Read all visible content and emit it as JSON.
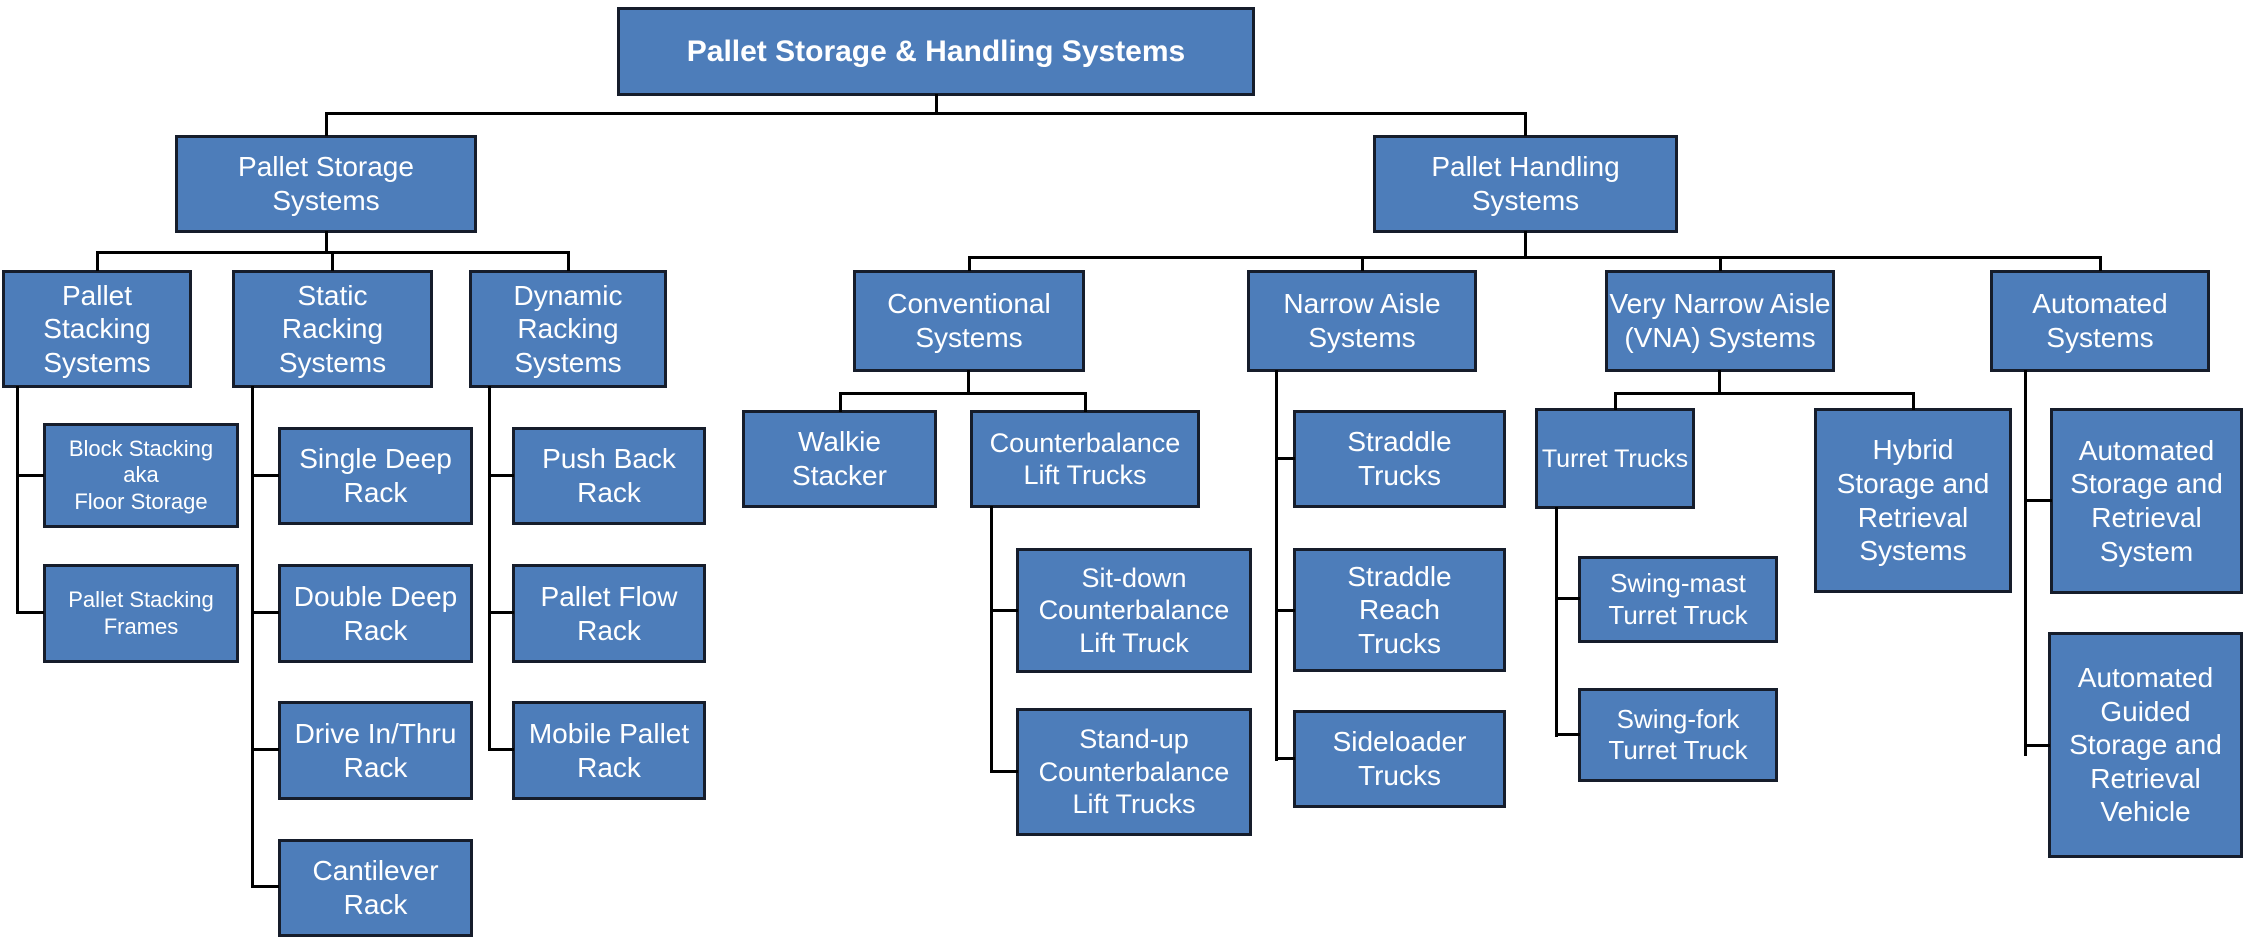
{
  "diagram": {
    "title": "Pallet Storage & Handling Systems",
    "type": "organizational-hierarchy-chart",
    "colors": {
      "node_fill": "#4d7dba",
      "node_border": "#161d2b",
      "connector": "#000000",
      "node_text": "#ffffff",
      "background": "#ffffff"
    },
    "nodes": {
      "root": {
        "label": "Pallet Storage & Handling Systems"
      },
      "storage": {
        "label": "Pallet Storage\nSystems"
      },
      "handling": {
        "label": "Pallet Handling\nSystems"
      },
      "pallet_stacking": {
        "label": "Pallet\nStacking\nSystems"
      },
      "static_racking": {
        "label": "Static\nRacking\nSystems"
      },
      "dynamic_racking": {
        "label": "Dynamic\nRacking\nSystems"
      },
      "block_stacking": {
        "label": "Block Stacking\naka\nFloor Storage"
      },
      "stacking_frames": {
        "label": "Pallet Stacking\nFrames"
      },
      "single_deep": {
        "label": "Single Deep\nRack"
      },
      "double_deep": {
        "label": "Double Deep\nRack"
      },
      "drive_in_thru": {
        "label": "Drive In/Thru\nRack"
      },
      "cantilever": {
        "label": "Cantilever\nRack"
      },
      "push_back": {
        "label": "Push Back\nRack"
      },
      "pallet_flow": {
        "label": "Pallet Flow\nRack"
      },
      "mobile_pallet": {
        "label": "Mobile Pallet\nRack"
      },
      "conventional": {
        "label": "Conventional\nSystems"
      },
      "narrow_aisle": {
        "label": "Narrow Aisle\nSystems"
      },
      "vna": {
        "label": "Very Narrow Aisle\n(VNA) Systems"
      },
      "automated": {
        "label": "Automated\nSystems"
      },
      "walkie_stacker": {
        "label": "Walkie\nStacker"
      },
      "counterbalance": {
        "label": "Counterbalance\nLift Trucks"
      },
      "sit_down": {
        "label": "Sit-down\nCounterbalance\nLift Truck"
      },
      "stand_up": {
        "label": "Stand-up\nCounterbalance\nLift Trucks"
      },
      "straddle": {
        "label": "Straddle\nTrucks"
      },
      "straddle_reach": {
        "label": "Straddle\nReach\nTrucks"
      },
      "sideloader": {
        "label": "Sideloader\nTrucks"
      },
      "turret": {
        "label": "Turret Trucks"
      },
      "hybrid": {
        "label": "Hybrid\nStorage and\nRetrieval\nSystems"
      },
      "swing_mast": {
        "label": "Swing-mast\nTurret Truck"
      },
      "swing_fork": {
        "label": "Swing-fork\nTurret Truck"
      },
      "asrs": {
        "label": "Automated\nStorage and\nRetrieval\nSystem"
      },
      "agsrv": {
        "label": "Automated\nGuided\nStorage and\nRetrieval\nVehicle"
      }
    },
    "edges": {
      "root": [
        "storage",
        "handling"
      ],
      "storage": [
        "pallet_stacking",
        "static_racking",
        "dynamic_racking"
      ],
      "pallet_stacking": [
        "block_stacking",
        "stacking_frames"
      ],
      "static_racking": [
        "single_deep",
        "double_deep",
        "drive_in_thru",
        "cantilever"
      ],
      "dynamic_racking": [
        "push_back",
        "pallet_flow",
        "mobile_pallet"
      ],
      "handling": [
        "conventional",
        "narrow_aisle",
        "vna",
        "automated"
      ],
      "conventional": [
        "walkie_stacker",
        "counterbalance"
      ],
      "counterbalance": [
        "sit_down",
        "stand_up"
      ],
      "narrow_aisle": [
        "straddle",
        "straddle_reach",
        "sideloader"
      ],
      "vna": [
        "turret",
        "hybrid"
      ],
      "turret": [
        "swing_mast",
        "swing_fork"
      ],
      "automated": [
        "asrs",
        "agsrv"
      ]
    }
  }
}
